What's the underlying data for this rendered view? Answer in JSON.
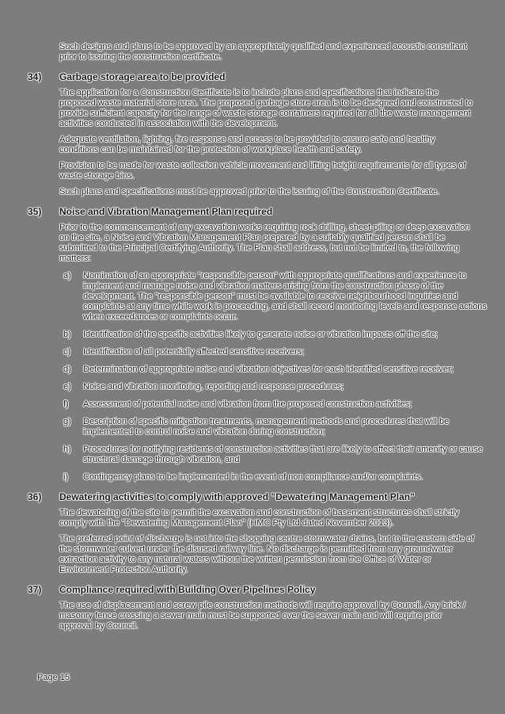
{
  "page": {
    "footer": "Page 15",
    "colors": {
      "background": "#7d7d7d",
      "text": "#161616",
      "halo": "#ffffff"
    }
  },
  "intro_paragraph": "Such designs and plans to be approved by an appropriately qualified and experienced acoustic consultant prior to issuing the construction certificate.",
  "sections": [
    {
      "number": "34)",
      "heading": "Garbage storage area to be provided",
      "paragraphs": [
        "The application for a Construction Certificate is to include plans and specifications that indicate the proposed waste material store area. The proposed garbage store area is to be designed and constructed to provide sufficient capacity for the range of waste storage containers required for all the waste management activities conducted in association with the development.",
        "Adequate ventilation, lighting, fire response and access to be provided to ensure safe and healthy conditions can be maintained for the protection of workplace health and safety.",
        "Provision to be made for waste collection vehicle movement and lifting height requirements for all types of waste storage bins.",
        "Such plans and specifications must be approved prior to the issuing of the Construction Certificate."
      ]
    },
    {
      "number": "35)",
      "heading": "Noise and Vibration Management Plan required",
      "paragraphs": [
        "Prior to the commencement of any excavation works requiring rock drilling, sheet-piling or deep excavation on the site, a Noise and Vibration Management Plan prepared by a suitably qualified person shall be submitted to the Principal Certifying Authority.  The Plan shall address, but not be limited to, the following matters:"
      ],
      "items": [
        {
          "letter": "a)",
          "text": "Nomination of an appropriate \"responsible person\" with appropriate qualifications and experience to implement and manage noise and vibration matters arising from the construction phase of the development. The \"responsible person\" must be available to receive neighbourhood inquiries and complaints at any time while work is proceeding, and shall record monitoring levels and response actions when exceedances or complaints occur."
        },
        {
          "letter": "b)",
          "text": "Identification of the specific activities likely to generate noise or vibration impacts off the site;"
        },
        {
          "letter": "c)",
          "text": "Identification of all potentially affected sensitive receivers;"
        },
        {
          "letter": "d)",
          "text": "Determination of appropriate noise and vibration objectives for each identified sensitive receiver;"
        },
        {
          "letter": "e)",
          "text": "Noise and vibration monitoring, reporting and response procedures;"
        },
        {
          "letter": "f)",
          "text": "Assessment  of potential noise and vibration from the proposed construction activities;"
        },
        {
          "letter": "g)",
          "text": "Description of specific mitigation treatments, management methods and procedures that will be implemented to control noise and vibration during construction;"
        },
        {
          "letter": "h)",
          "text": "Procedures for notifying residents of construction activities that are likely to affect their amenity or cause structural damage through vibration, and"
        },
        {
          "letter": "i)",
          "text": "Contingency plans to be implemented in the event of non compliance and/or complaints."
        }
      ]
    },
    {
      "number": "36)",
      "heading": "Dewatering activities to comply with approved \"Dewatering Management Plan\"",
      "paragraphs": [
        "The dewatering of the site to permit the excavation and construction of basement structures shall strictly comply with the \"Dewatering Management Plan\" (HMC Pty Ltd dated November 2013).",
        "The preferred point of discharge is not into the shopping centre stormwater drains, but to the eastern side of the stormwater culvert under the disused railway line. No discharge is permitted from any groundwater extraction activity to any natural waters without the written permission from the Office of Water or Environment Protection Authority."
      ]
    },
    {
      "number": "37)",
      "heading": "Compliance required with Building Over Pipelines Policy",
      "paragraphs": [
        "The use of displacement and screw pile construction methods will require approval by Council. Any brick / masonry fence crossing a sewer main must be supported over the sewer main and will require prior approval by Council."
      ]
    }
  ]
}
